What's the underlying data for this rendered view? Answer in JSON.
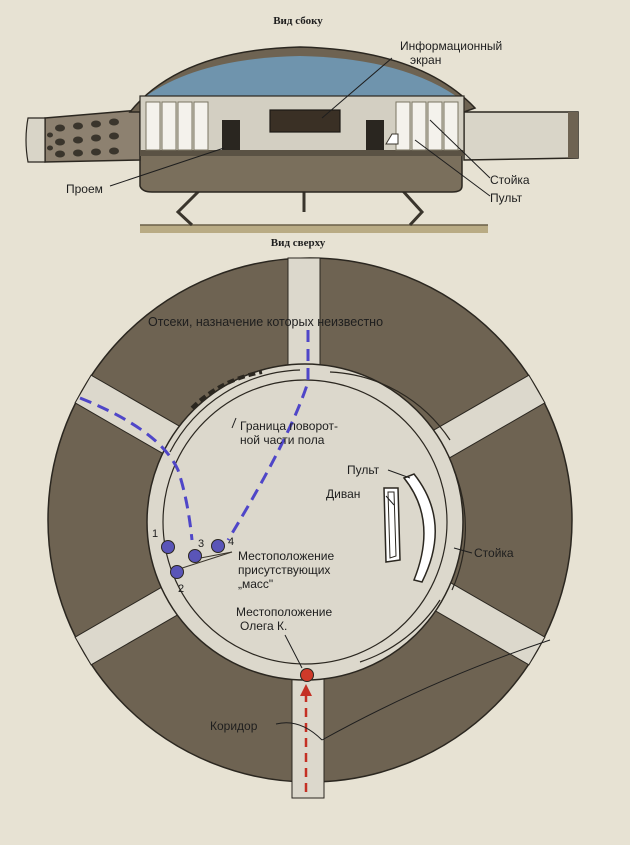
{
  "side_view": {
    "title": "Вид сбоку",
    "labels": {
      "screen_line1": "Информационный",
      "screen_line2": "экран",
      "opening": "Проем",
      "rack": "Стойка",
      "console": "Пульт"
    }
  },
  "top_view": {
    "title": "Вид сверху",
    "labels": {
      "compartments": "Отсеки, назначение которых неизвестно",
      "border_line1": "Граница поворот-",
      "border_line2": "ной части пола",
      "console": "Пульт",
      "sofa": "Диван",
      "rack": "Стойка",
      "masses_line1": "Местоположение",
      "masses_line2": "присутствующих",
      "masses_line3": "„масс\"",
      "oleg_line1": "Местоположение",
      "oleg_line2": "Олега К.",
      "corridor": "Коридор"
    },
    "markers": [
      "1",
      "2",
      "3",
      "4"
    ]
  },
  "colors": {
    "background": "#e7e2d3",
    "hull": "#6e6352",
    "dome": "#6f94ad",
    "floor": "#dcd8cc",
    "path": "#4f46c8",
    "marker": "#5a55b8",
    "oleg": "#cf3a2a",
    "corridor_path": "#c43024"
  }
}
